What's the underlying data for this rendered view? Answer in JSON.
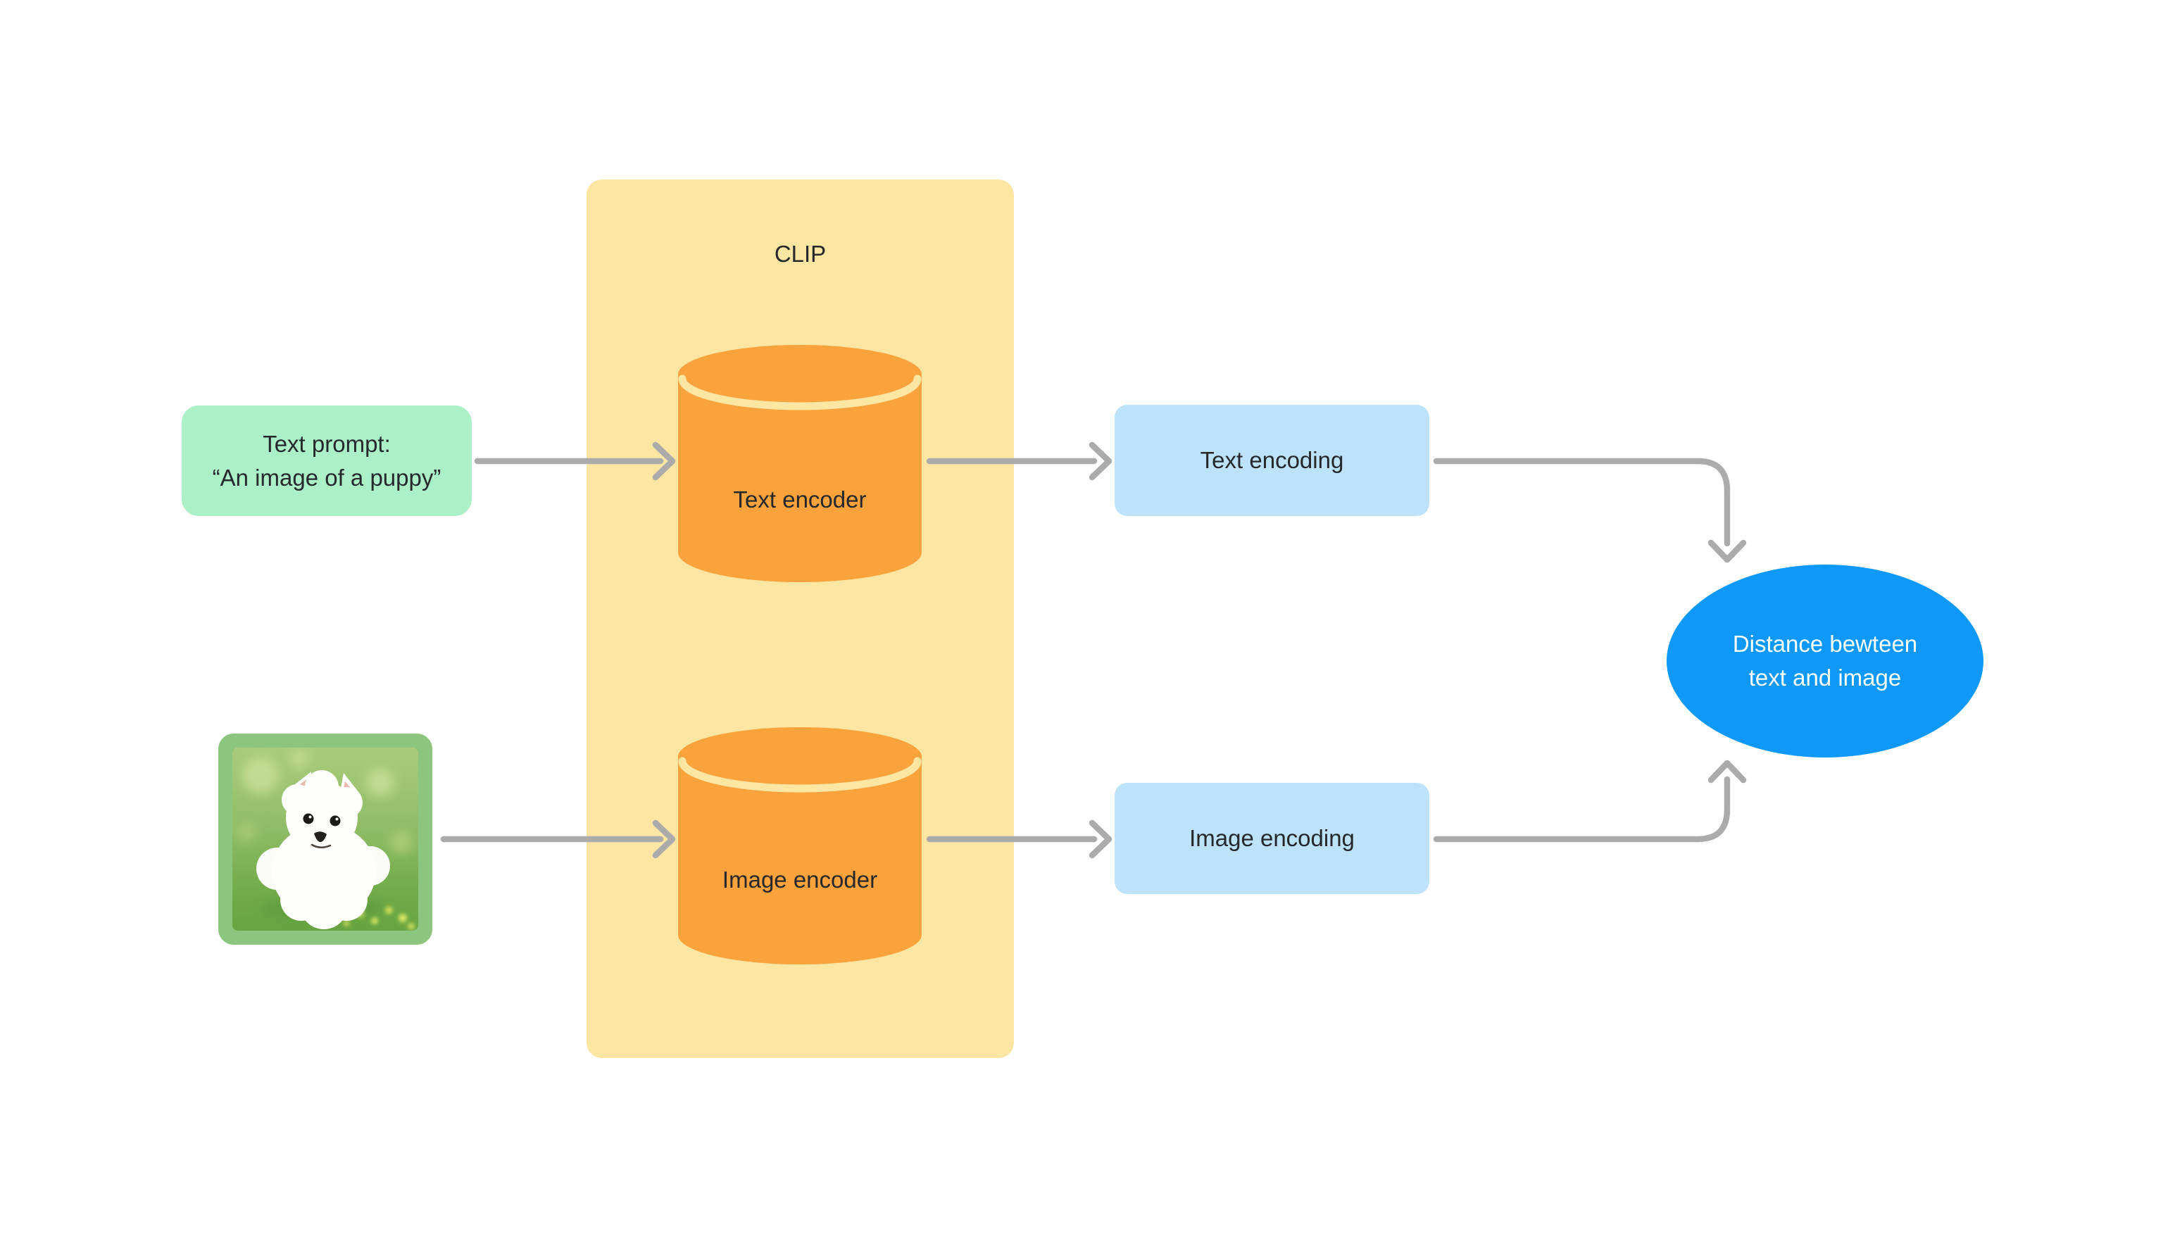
{
  "colors": {
    "background": "#FFFFFF",
    "prompt_green": "#ACF0C8",
    "clip_yellow": "#FDE5A2",
    "encoder_orange": "#FAA23C",
    "encoding_blue": "#BCE2FC",
    "distance_blue": "#0E98F9",
    "arrow_gray": "#ABABAB",
    "text_dark": "#26282B",
    "text_white": "#FFFFFF",
    "photo_frame_green": "#8CC57E"
  },
  "nodes": {
    "text_prompt": {
      "line1": "Text prompt:",
      "line2": "“An image of a puppy”"
    },
    "puppy_photo": {
      "icon": "puppy-image"
    },
    "clip_container": {
      "label": "CLIP"
    },
    "text_encoder": {
      "label": "Text encoder"
    },
    "image_encoder": {
      "label": "Image encoder"
    },
    "text_encoding": {
      "label": "Text encoding"
    },
    "image_encoding": {
      "label": "Image encoding"
    },
    "distance": {
      "line1": "Distance bewteen",
      "line2": "text and image"
    }
  }
}
